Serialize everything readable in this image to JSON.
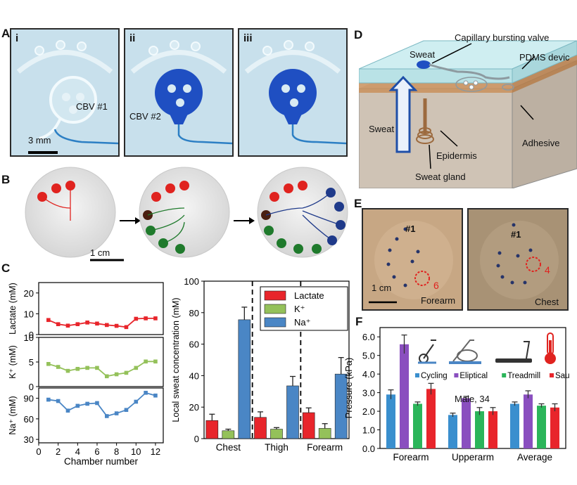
{
  "panels": {
    "A": {
      "label": "A",
      "subpanels": [
        "i",
        "ii",
        "iii"
      ],
      "annotations": {
        "cbv1": "CBV #1",
        "cbv2": "CBV #2",
        "scale": "3 mm"
      }
    },
    "B": {
      "label": "B",
      "scale": "1 cm"
    },
    "C": {
      "label": "C"
    },
    "D": {
      "label": "D",
      "labels": {
        "valve": "Capillary bursting valve",
        "pdms": "PDMS devic",
        "sweat_top": "Sweat",
        "sweat_side": "Sweat",
        "adhesive": "Adhesive",
        "epidermis": "Epidermis",
        "gland": "Sweat gland"
      }
    },
    "E": {
      "label": "E",
      "left": {
        "marker": "#1",
        "count": "6",
        "scale": "1 cm",
        "site": "Forearm"
      },
      "right": {
        "marker": "#1",
        "count": "4",
        "site": "Chest"
      }
    },
    "F": {
      "label": "F",
      "subject": "Male, 34"
    }
  },
  "chart_data": [
    {
      "id": "C-left",
      "type": "line",
      "xlabel": "Chamber number",
      "x": [
        1,
        2,
        3,
        4,
        5,
        6,
        7,
        8,
        9,
        10,
        11,
        12
      ],
      "xticks": [
        0,
        2,
        4,
        6,
        8,
        10,
        12
      ],
      "xlim": [
        0,
        12.8
      ],
      "subplots": [
        {
          "ylabel": "Lactate (mM)",
          "ylim": [
            0,
            25
          ],
          "yticks": [
            0,
            10,
            20
          ],
          "color": "#e8252b",
          "values": [
            7,
            5,
            4.3,
            5,
            5.8,
            5.3,
            4.6,
            4.2,
            3.6,
            7.6,
            7.8,
            7.8
          ]
        },
        {
          "ylabel": "K⁺ (mM)",
          "ylim": [
            0,
            10
          ],
          "yticks": [
            0,
            5,
            10
          ],
          "color": "#94c15a",
          "values": [
            4.6,
            4,
            3.2,
            3.6,
            3.8,
            3.8,
            2.1,
            2.5,
            2.8,
            3.8,
            5.1,
            5.1
          ]
        },
        {
          "ylabel": "Na⁺ (mM)",
          "ylim": [
            25,
            105
          ],
          "yticks": [
            30,
            60,
            90
          ],
          "color": "#4a86c5",
          "values": [
            88,
            86,
            72,
            79,
            82,
            83,
            64,
            68,
            73,
            85,
            98,
            94
          ]
        }
      ]
    },
    {
      "id": "C-right",
      "type": "bar",
      "ylabel": "Local sweat concentration (mM)",
      "ylim": [
        0,
        100
      ],
      "yticks": [
        0,
        20,
        40,
        60,
        80,
        100
      ],
      "categories": [
        "Chest",
        "Thigh",
        "Forearm"
      ],
      "series": [
        {
          "name": "Lactate",
          "color": "#e8252b",
          "values": [
            11.5,
            13.5,
            16.5
          ],
          "errors": [
            4,
            3.5,
            3
          ]
        },
        {
          "name": "K⁺",
          "color": "#94c15a",
          "values": [
            5,
            6,
            6.5
          ],
          "errors": [
            1,
            1,
            3
          ]
        },
        {
          "name": "Na⁺",
          "color": "#4a86c5",
          "values": [
            75.5,
            33.5,
            41
          ],
          "errors": [
            8,
            6,
            10.5
          ]
        }
      ],
      "legend": "top-right",
      "separators": "dashed"
    },
    {
      "id": "F",
      "type": "bar",
      "ylabel": "Pressure (kPa)",
      "ylim": [
        0,
        6.5
      ],
      "yticks": [
        0.0,
        1.0,
        2.0,
        3.0,
        4.0,
        5.0,
        6.0
      ],
      "categories": [
        "Forearm",
        "Upperarm",
        "Average"
      ],
      "series": [
        {
          "name": "Cycling",
          "color": "#3a8fce",
          "values": [
            2.9,
            1.8,
            2.4
          ],
          "errors": [
            0.25,
            0.1,
            0.1
          ]
        },
        {
          "name": "Elliptical",
          "legend_label": "Eliptical",
          "color": "#8a4fbf",
          "values": [
            5.6,
            2.7,
            2.9
          ],
          "errors": [
            0.5,
            0.1,
            0.2
          ]
        },
        {
          "name": "Treadmill",
          "color": "#2bb55a",
          "values": [
            2.4,
            2.0,
            2.3
          ],
          "errors": [
            0.1,
            0.2,
            0.1
          ]
        },
        {
          "name": "Sauna",
          "color": "#e8252b",
          "values": [
            3.2,
            2.0,
            2.2
          ],
          "errors": [
            0.3,
            0.2,
            0.2
          ]
        }
      ]
    }
  ]
}
